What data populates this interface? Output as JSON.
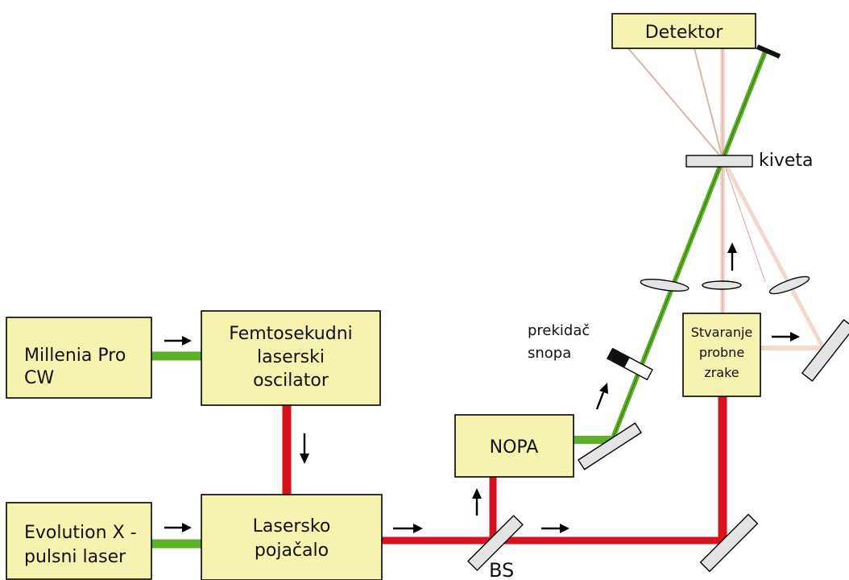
{
  "boxes": {
    "millenia": {
      "line1": "Millenia Pro",
      "line2": "CW"
    },
    "oscillator": {
      "line1": "Femtosekudni",
      "line2": "laserski",
      "line3": "oscilator"
    },
    "evolution": {
      "line1": "Evolution X -",
      "line2": "pulsni laser"
    },
    "amplifier": {
      "line1": "Lasersko",
      "line2": "pojačalo"
    },
    "nopa": {
      "line1": "NOPA"
    },
    "probe": {
      "line1": "Stvaranje",
      "line2": "probne",
      "line3": "zrake"
    },
    "detector": {
      "line1": "Detektor"
    }
  },
  "labels": {
    "chopper_line1": "prekidač",
    "chopper_line2": "snopa",
    "cuvette": "kiveta",
    "beam_splitter": "BS"
  },
  "colors": {
    "box_fill": "#f6f3b0",
    "red_beam": "#d8111f",
    "green_beam": "#5bb025",
    "probe_beam": "#f3d8cf",
    "component_fill": "#e4e4e4"
  }
}
